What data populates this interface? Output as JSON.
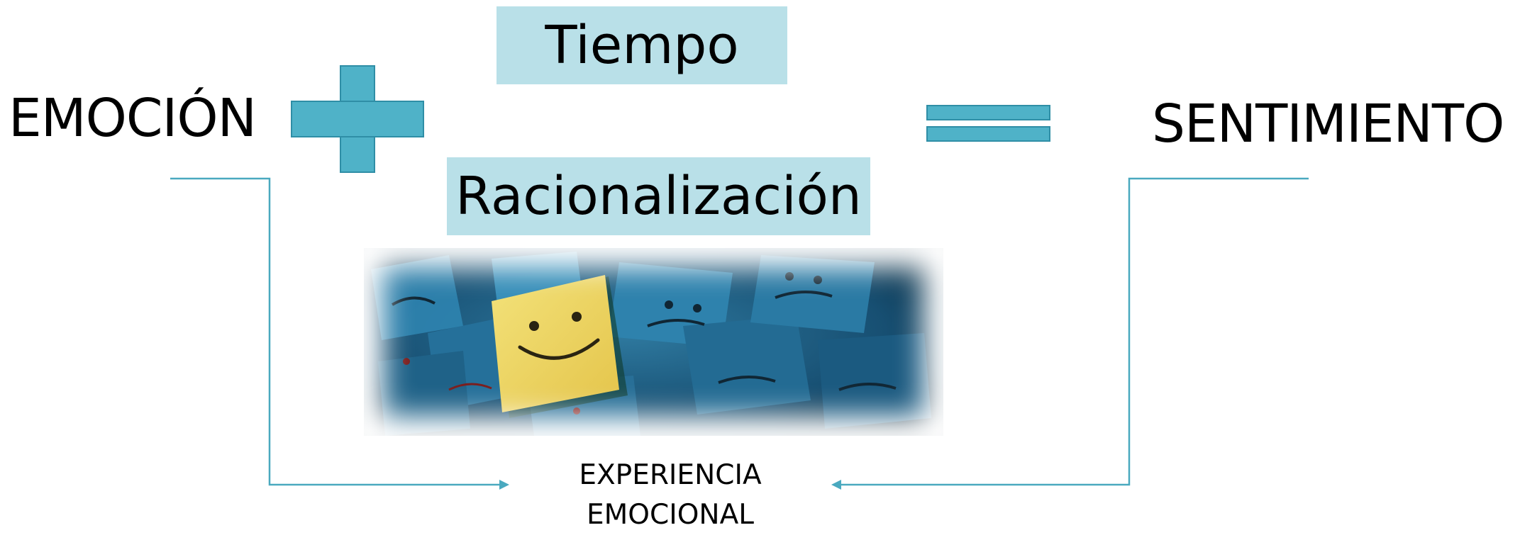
{
  "diagram": {
    "left_term": "EMOCIÓN",
    "right_term": "SENTIMIENTO",
    "factors": [
      "Tiempo",
      "Racionalización"
    ],
    "result_line1": "EXPERIENCIA",
    "result_line2": "EMOCIONAL"
  },
  "icons": {
    "plus": "plus-icon",
    "equals": "equals-icon",
    "photo": "sticky-notes-smiley-photo"
  },
  "colors": {
    "accent": "#4fb2c8",
    "accent_dark": "#2f8ea6",
    "box_fill": "#b9e0e8",
    "connector": "#4aa9bf"
  }
}
